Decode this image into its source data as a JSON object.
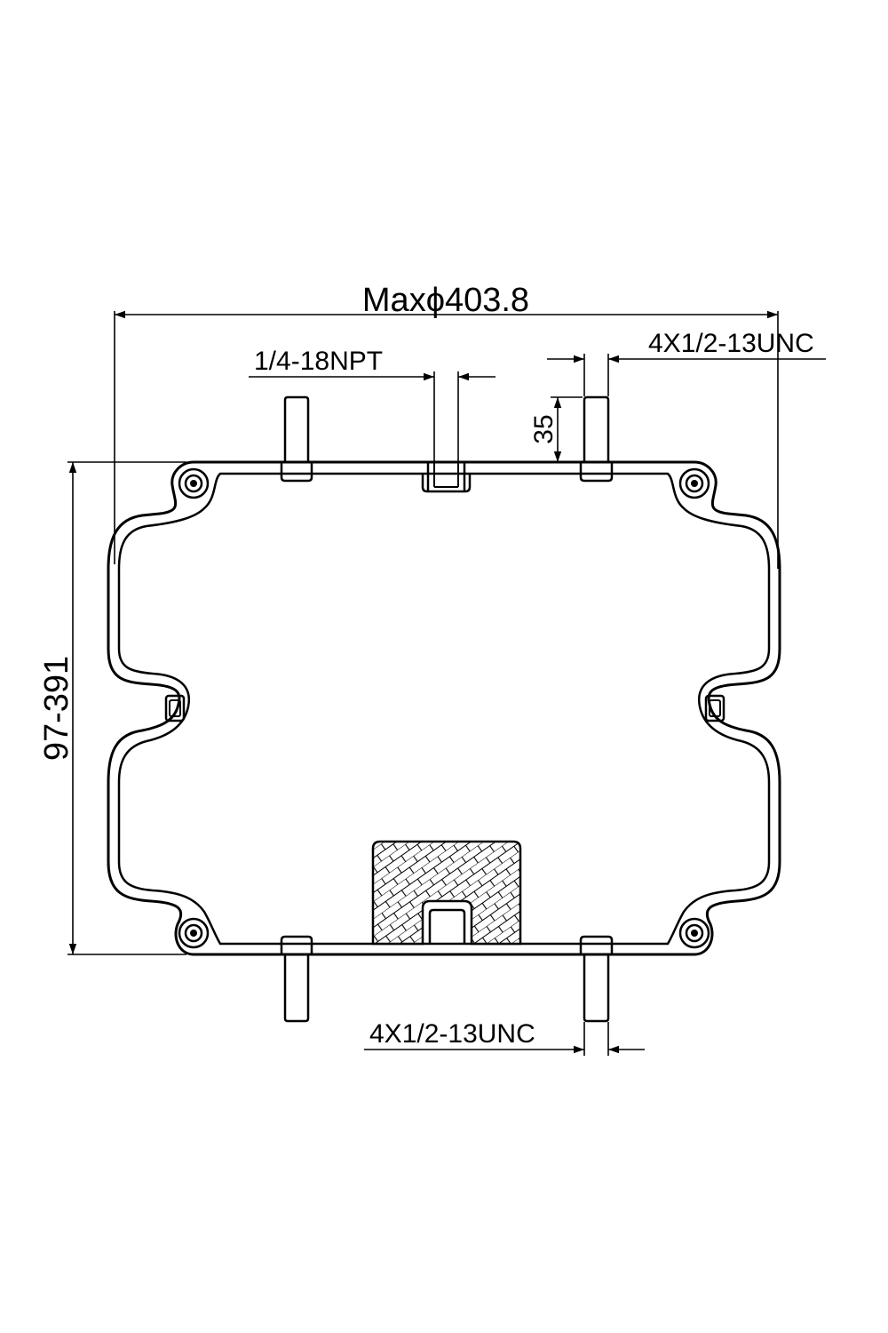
{
  "dimensions": {
    "max_diameter": "Maxϕ403.8",
    "air_port": "1/4-18NPT",
    "top_studs": "4X1/2-13UNC",
    "stud_length": "35",
    "height_range": "97-391",
    "bottom_studs": "4X1/2-13UNC"
  },
  "colors": {
    "line": "#000000",
    "background": "#ffffff"
  }
}
